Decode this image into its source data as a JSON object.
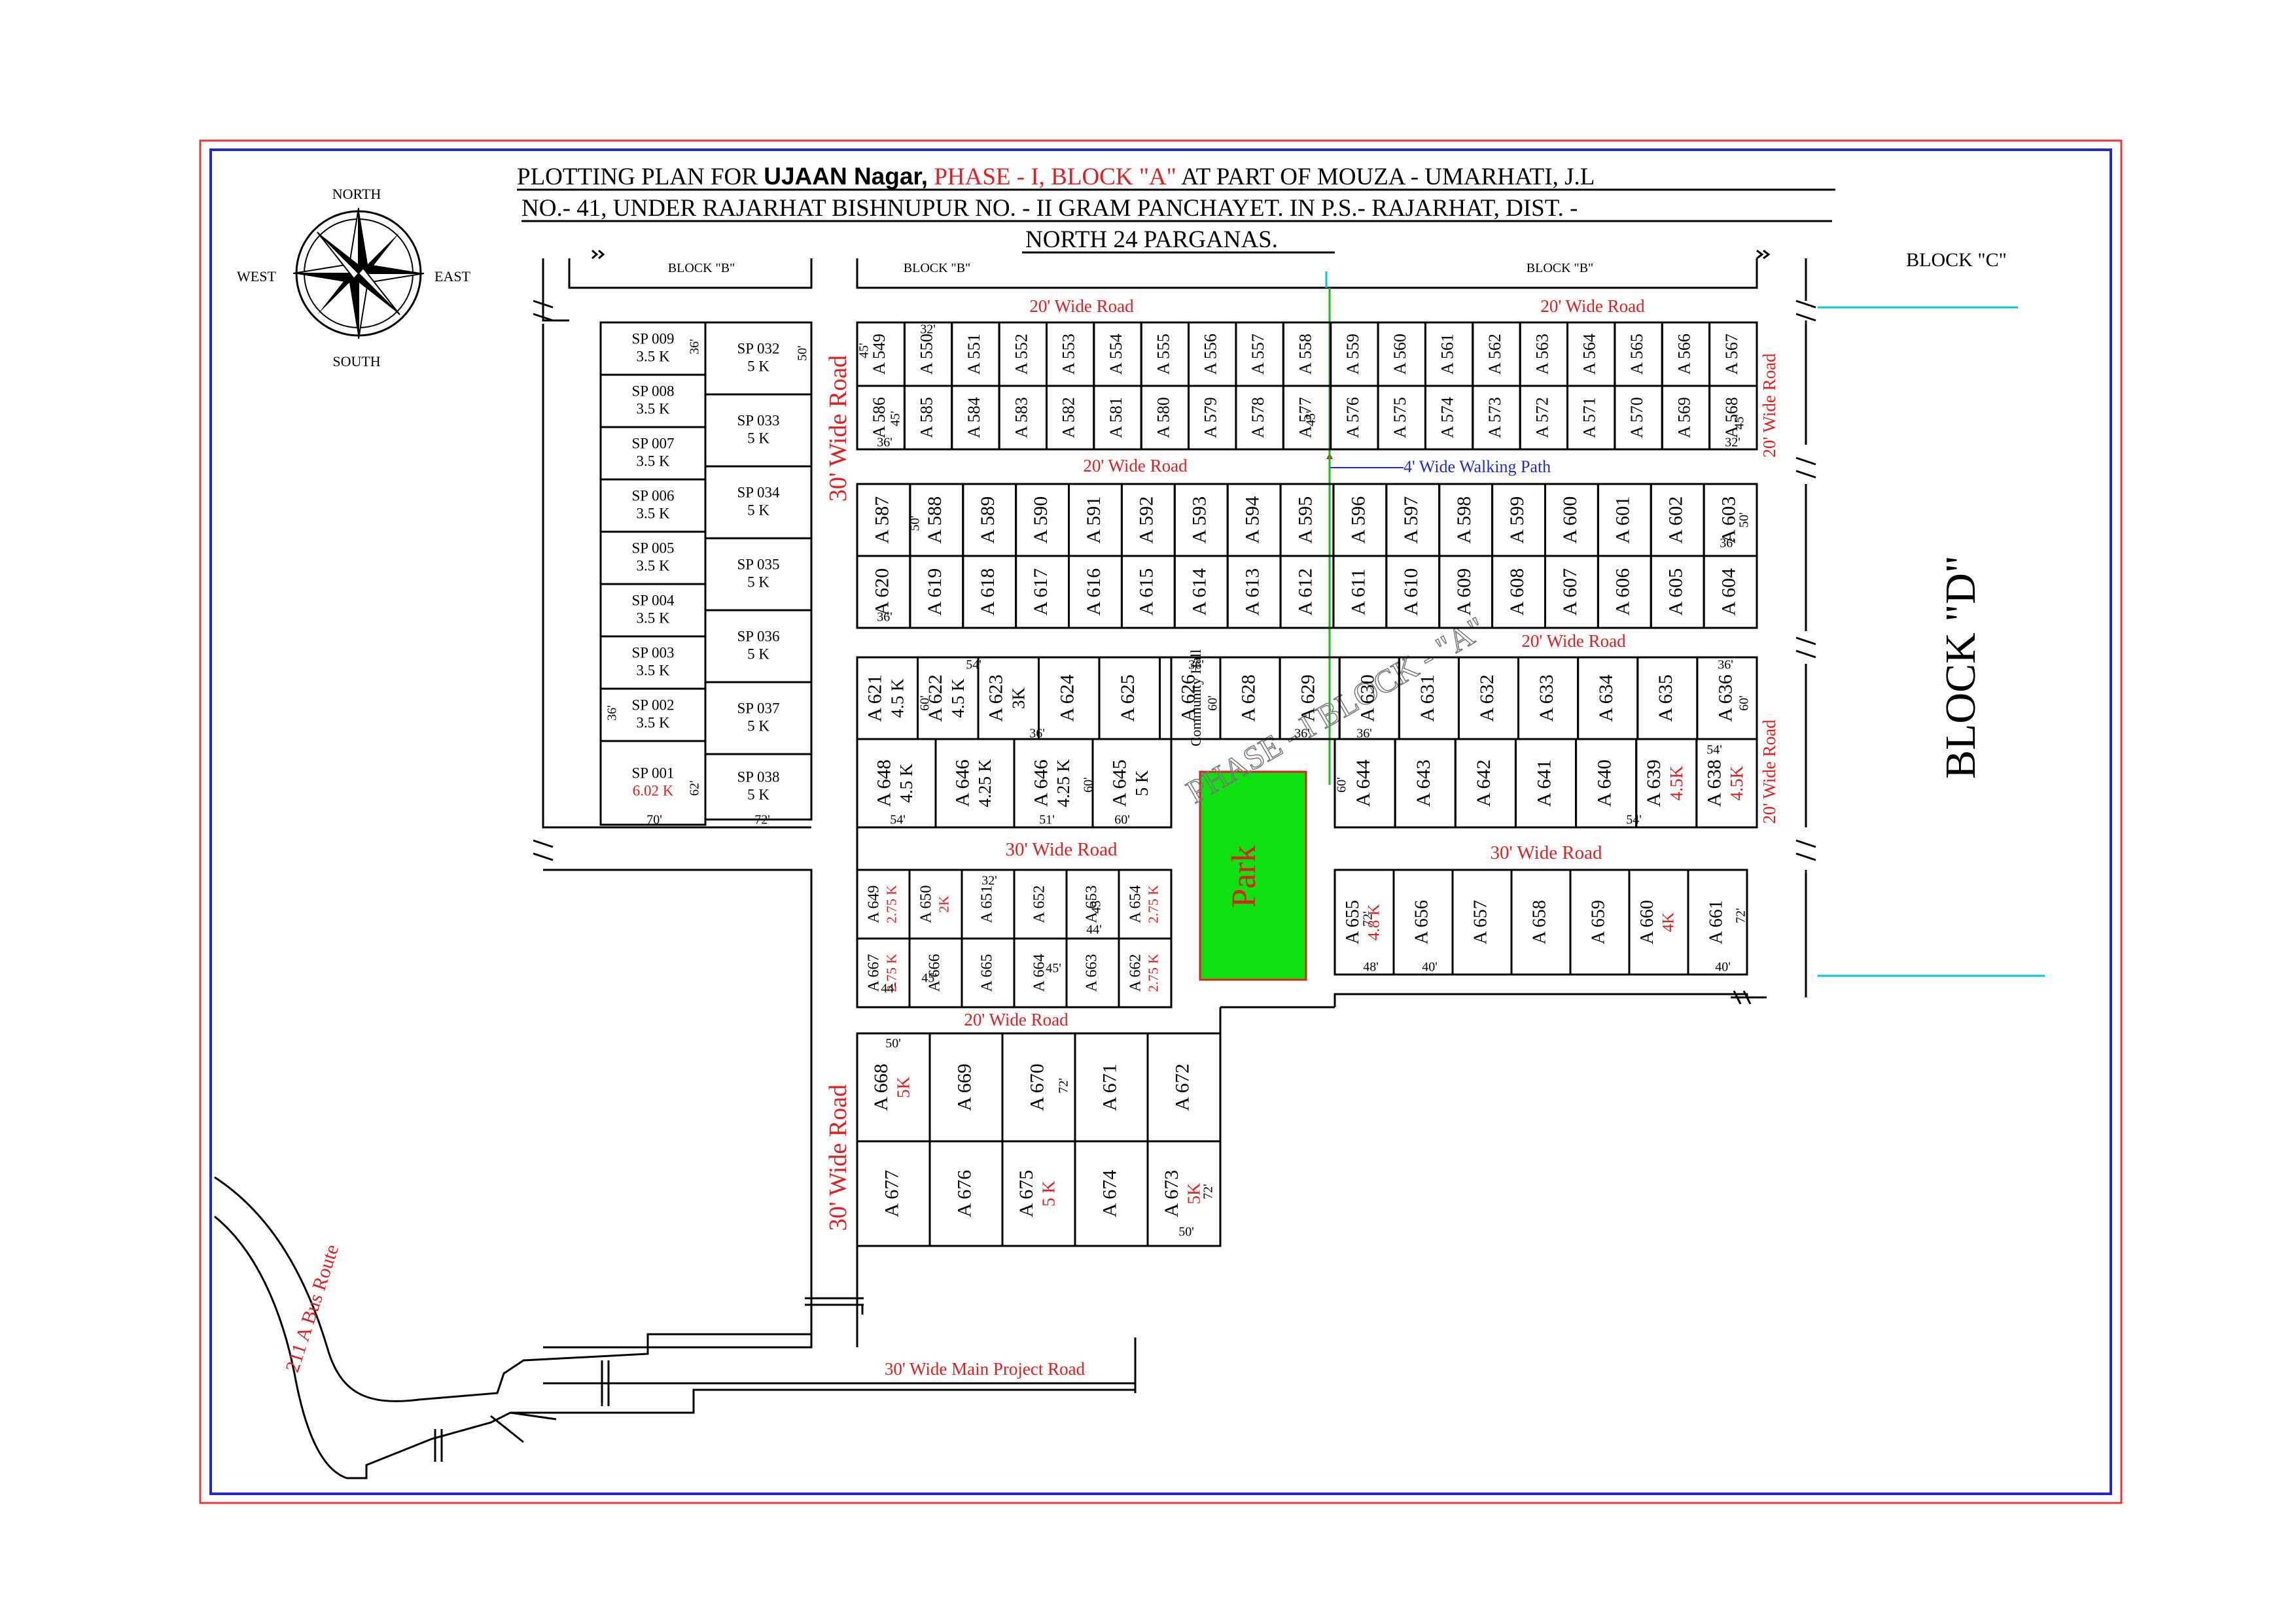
{
  "title": {
    "line1_prefix": "PLOTTING PLAN FOR ",
    "line1_name": "UJAAN Nagar,",
    "line1_phase": " PHASE - I, BLOCK \"A\"",
    "line1_suffix": " AT PART OF MOUZA - UMARHATI, J.L",
    "line2": "NO.- 41, UNDER RAJARHAT BISHNUPUR NO. - II GRAM PANCHAYET. IN P.S.- RAJARHAT,  DIST. -",
    "line3": "NORTH 24 PARGANAS."
  },
  "compass": {
    "north": "NORTH",
    "south": "SOUTH",
    "east": "EAST",
    "west": "WEST"
  },
  "blocks": {
    "b1": "BLOCK \"B\"",
    "b2": "BLOCK \"B\"",
    "b3": "BLOCK \"B\"",
    "c": "BLOCK \"C\"",
    "d": "BLOCK \"D\""
  },
  "roads": {
    "r20_top_left": "20' Wide Road",
    "r20_top_right": "20' Wide Road",
    "r20_mid": "20' Wide Road",
    "r20_mid2": "20' Wide Road",
    "r20_right_top": "20' Wide Road",
    "r20_right_bottom": "20' Wide Road",
    "r30_left_top": "30' Wide Road",
    "r30_left_bottom": "30' Wide Road",
    "r30_mid_left": "30' Wide Road",
    "r30_mid_right": "30' Wide Road",
    "r20_lower": "20' Wide Road",
    "walking_path": "4' Wide Walking Path",
    "main_project": "30' Wide Main Project Road",
    "bus_route": "211 A Bus Route"
  },
  "special": {
    "park": "Park",
    "community_hall": "Community Hall",
    "phase_watermark": "PHASE - I BLOCK - \"A\""
  },
  "sp_left": [
    {
      "id": "SP 009",
      "area": "3.5 K"
    },
    {
      "id": "SP 008",
      "area": "3.5 K"
    },
    {
      "id": "SP 007",
      "area": "3.5 K"
    },
    {
      "id": "SP 006",
      "area": "3.5 K"
    },
    {
      "id": "SP 005",
      "area": "3.5 K"
    },
    {
      "id": "SP 004",
      "area": "3.5 K"
    },
    {
      "id": "SP 003",
      "area": "3.5 K"
    },
    {
      "id": "SP 002",
      "area": "3.5 K"
    },
    {
      "id": "SP 001",
      "area": "6.02 K"
    }
  ],
  "sp_right": [
    {
      "id": "SP 032",
      "area": "5 K"
    },
    {
      "id": "SP 033",
      "area": "5 K"
    },
    {
      "id": "SP 034",
      "area": "5 K"
    },
    {
      "id": "SP 035",
      "area": "5 K"
    },
    {
      "id": "SP 036",
      "area": "5 K"
    },
    {
      "id": "SP 037",
      "area": "5 K"
    },
    {
      "id": "SP 038",
      "area": "5 K"
    }
  ],
  "row1_top": [
    "A 549",
    "A 550",
    "A 551",
    "A 552",
    "A 553",
    "A 554",
    "A 555",
    "A 556",
    "A 557",
    "A 558",
    "A 559",
    "A 560",
    "A 561",
    "A 562",
    "A 563",
    "A 564",
    "A 565",
    "A 566",
    "A 567"
  ],
  "row1_bottom": [
    "A 586",
    "A 585",
    "A 584",
    "A 583",
    "A 582",
    "A 581",
    "A 580",
    "A 579",
    "A 578",
    "A 577",
    "A 576",
    "A 575",
    "A 574",
    "A 573",
    "A 572",
    "A 571",
    "A 570",
    "A 569",
    "A 568"
  ],
  "row2_top": [
    "A 587",
    "A 588",
    "A 589",
    "A 590",
    "A 591",
    "A 592",
    "A 593",
    "A 594",
    "A 595",
    "A 596",
    "A 597",
    "A 598",
    "A 599",
    "A 600",
    "A 601",
    "A 602",
    "A 603"
  ],
  "row2_bottom": [
    "A 620",
    "A 619",
    "A 618",
    "A 617",
    "A 616",
    "A 615",
    "A 614",
    "A 613",
    "A 612",
    "A 611",
    "A 610",
    "A 609",
    "A 608",
    "A 607",
    "A 606",
    "A 605",
    "A 604"
  ],
  "row3_left_top": [
    {
      "id": "A 621",
      "area": "4.5 K"
    },
    {
      "id": "A 622",
      "area": "4.5 K"
    },
    {
      "id": "A 623",
      "area": "3K"
    },
    {
      "id": "A 624",
      "area": ""
    },
    {
      "id": "A 625",
      "area": ""
    },
    {
      "id": "A 626",
      "area": ""
    }
  ],
  "row3_left_bottom": [
    {
      "id": "A 648",
      "area": "4.5 K"
    },
    {
      "id": "A 646",
      "area": "4.25 K"
    },
    {
      "id": "A 646",
      "area": "4.25 K"
    },
    {
      "id": "A 645",
      "area": "5 K"
    }
  ],
  "row3_right_top": [
    "A 628",
    "A 629",
    "A 630",
    "A 631",
    "A 632",
    "A 633",
    "A 634",
    "A 635",
    "A 636"
  ],
  "row3_right_bottom": [
    {
      "id": "A 644",
      "area": ""
    },
    {
      "id": "A 643",
      "area": ""
    },
    {
      "id": "A 642",
      "area": ""
    },
    {
      "id": "A 641",
      "area": ""
    },
    {
      "id": "A 640",
      "area": ""
    },
    {
      "id": "A 639",
      "area": "4.5K"
    },
    {
      "id": "A 638",
      "area": "4.5K"
    }
  ],
  "row4_top": [
    {
      "id": "A 649",
      "area": "2.75 K"
    },
    {
      "id": "A 650",
      "area": "2K"
    },
    {
      "id": "A 651",
      "area": ""
    },
    {
      "id": "A 652",
      "area": ""
    },
    {
      "id": "A 653",
      "area": ""
    },
    {
      "id": "A 654",
      "area": "2.75 K"
    }
  ],
  "row4_bottom": [
    {
      "id": "A 667",
      "area": "2.75 K"
    },
    {
      "id": "A 666",
      "area": ""
    },
    {
      "id": "A 665",
      "area": ""
    },
    {
      "id": "A 664",
      "area": ""
    },
    {
      "id": "A 663",
      "area": ""
    },
    {
      "id": "A 662",
      "area": "2.75 K"
    }
  ],
  "row4_right": [
    {
      "id": "A 655",
      "area": "4.8 K"
    },
    {
      "id": "A 656",
      "area": ""
    },
    {
      "id": "A 657",
      "area": ""
    },
    {
      "id": "A 658",
      "area": ""
    },
    {
      "id": "A 659",
      "area": ""
    },
    {
      "id": "A 660",
      "area": "4K"
    },
    {
      "id": "A 661",
      "area": ""
    }
  ],
  "row5_top": [
    {
      "id": "A 668",
      "area": "5K"
    },
    {
      "id": "A 669",
      "area": ""
    },
    {
      "id": "A 670",
      "area": ""
    },
    {
      "id": "A 671",
      "area": ""
    },
    {
      "id": "A 672",
      "area": ""
    }
  ],
  "row5_bottom": [
    {
      "id": "A 677",
      "area": ""
    },
    {
      "id": "A 676",
      "area": ""
    },
    {
      "id": "A 675",
      "area": "5 K"
    },
    {
      "id": "A 674",
      "area": ""
    },
    {
      "id": "A 673",
      "area": "5K"
    }
  ],
  "dims": {
    "d36a": "36'",
    "d50a": "50'",
    "d36b": "36'",
    "d62": "62'",
    "d70": "70'",
    "d72a": "72'",
    "d45a": "45'",
    "d32a": "32'",
    "d45b": "45'",
    "d36c": "36'",
    "d45c": "45'",
    "d45d": "45'",
    "d32b": "32'",
    "d50b": "50'",
    "d36d": "36'",
    "d36e": "36'",
    "d50c": "50'",
    "d60a": "60'",
    "d54a": "54'",
    "d36f": "36'",
    "d36g": "36'",
    "d60b": "60'",
    "d36h": "36'",
    "d36i": "36'",
    "d36j": "36'",
    "d60c": "60'",
    "d54b": "54'",
    "d51": "51'",
    "d60d": "60'",
    "d60e": "60'",
    "d60f": "60'",
    "d54c": "54'",
    "d54d": "54'",
    "d32c": "32'",
    "d45e": "45'",
    "d44a": "44'",
    "d44b": "44'",
    "d45f": "45'",
    "d45g": "45'",
    "d48": "48'",
    "d40a": "40'",
    "d40b": "40'",
    "d72b": "72'",
    "d72c": "72'",
    "d50d": "50'",
    "d72d": "72'",
    "d72e": "72'",
    "d50e": "50'"
  }
}
